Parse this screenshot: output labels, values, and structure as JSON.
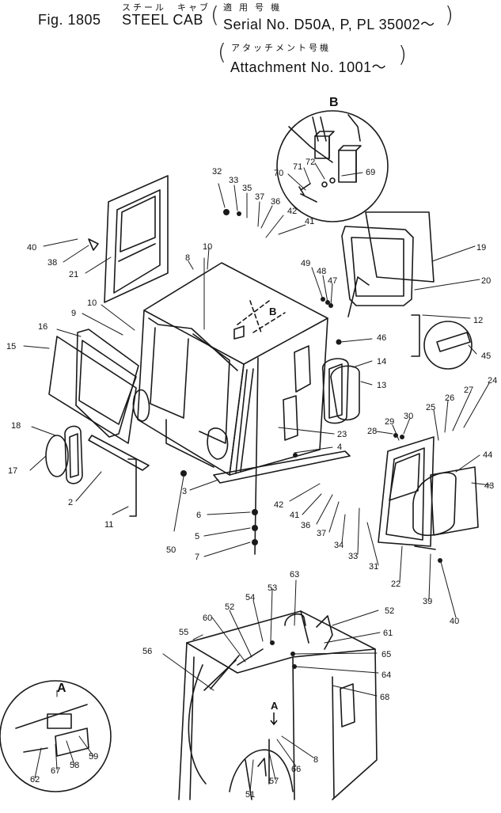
{
  "header": {
    "fig_label": "Fig. 1805",
    "title_jp": "スチール　キャブ",
    "title": "STEEL  CAB",
    "serial_jp": "適 用 号 機",
    "serial": "Serial No. D50A, P, PL 35002～",
    "attachment_jp": "アタッチメント号機",
    "attachment": "Attachment No. 1001～"
  },
  "detail_views": {
    "b_label": "B",
    "a_label": "A",
    "b_arrow_label": "B",
    "a_arrow_label": "A"
  },
  "callouts": [
    {
      "id": "c1",
      "text": "32"
    },
    {
      "id": "c2",
      "text": "33"
    },
    {
      "id": "c3",
      "text": "35"
    },
    {
      "id": "c4",
      "text": "37"
    },
    {
      "id": "c5",
      "text": "36"
    },
    {
      "id": "c6",
      "text": "42"
    },
    {
      "id": "c7",
      "text": "41"
    },
    {
      "id": "c8",
      "text": "40"
    },
    {
      "id": "c9",
      "text": "38"
    },
    {
      "id": "c10",
      "text": "21"
    },
    {
      "id": "c11",
      "text": "8"
    },
    {
      "id": "c12",
      "text": "10"
    },
    {
      "id": "c13",
      "text": "10"
    },
    {
      "id": "c14",
      "text": "9"
    },
    {
      "id": "c15",
      "text": "16"
    },
    {
      "id": "c16",
      "text": "15"
    },
    {
      "id": "c17",
      "text": "70"
    },
    {
      "id": "c18",
      "text": "71"
    },
    {
      "id": "c19",
      "text": "72"
    },
    {
      "id": "c20",
      "text": "69"
    },
    {
      "id": "c21",
      "text": "19"
    },
    {
      "id": "c22",
      "text": "20"
    },
    {
      "id": "c23",
      "text": "12"
    },
    {
      "id": "c24",
      "text": "49"
    },
    {
      "id": "c25",
      "text": "48"
    },
    {
      "id": "c26",
      "text": "47"
    },
    {
      "id": "c27",
      "text": "46"
    },
    {
      "id": "c28",
      "text": "45"
    },
    {
      "id": "c29",
      "text": "14"
    },
    {
      "id": "c30",
      "text": "13"
    },
    {
      "id": "c31",
      "text": "24"
    },
    {
      "id": "c32",
      "text": "27"
    },
    {
      "id": "c33",
      "text": "26"
    },
    {
      "id": "c34",
      "text": "25"
    },
    {
      "id": "c35",
      "text": "30"
    },
    {
      "id": "c36",
      "text": "29"
    },
    {
      "id": "c37",
      "text": "28"
    },
    {
      "id": "c38",
      "text": "23"
    },
    {
      "id": "c39",
      "text": "4"
    },
    {
      "id": "c40",
      "text": "44"
    },
    {
      "id": "c41",
      "text": "43"
    },
    {
      "id": "c42",
      "text": "18"
    },
    {
      "id": "c43",
      "text": "17"
    },
    {
      "id": "c44",
      "text": "2"
    },
    {
      "id": "c45",
      "text": "11"
    },
    {
      "id": "c46",
      "text": "3"
    },
    {
      "id": "c47",
      "text": "50"
    },
    {
      "id": "c48",
      "text": "6"
    },
    {
      "id": "c49",
      "text": "5"
    },
    {
      "id": "c50",
      "text": "7"
    },
    {
      "id": "c51",
      "text": "42"
    },
    {
      "id": "c52",
      "text": "41"
    },
    {
      "id": "c53",
      "text": "36"
    },
    {
      "id": "c54",
      "text": "37"
    },
    {
      "id": "c55",
      "text": "34"
    },
    {
      "id": "c56",
      "text": "33"
    },
    {
      "id": "c57",
      "text": "31"
    },
    {
      "id": "c58",
      "text": "22"
    },
    {
      "id": "c59",
      "text": "39"
    },
    {
      "id": "c60",
      "text": "40"
    },
    {
      "id": "c61",
      "text": "63"
    },
    {
      "id": "c62",
      "text": "53"
    },
    {
      "id": "c63",
      "text": "54"
    },
    {
      "id": "c64",
      "text": "52"
    },
    {
      "id": "c65",
      "text": "60"
    },
    {
      "id": "c66",
      "text": "55"
    },
    {
      "id": "c67",
      "text": "56"
    },
    {
      "id": "c68",
      "text": "52"
    },
    {
      "id": "c69",
      "text": "61"
    },
    {
      "id": "c70",
      "text": "65"
    },
    {
      "id": "c71",
      "text": "64"
    },
    {
      "id": "c72",
      "text": "68"
    },
    {
      "id": "c73",
      "text": "8"
    },
    {
      "id": "c74",
      "text": "66"
    },
    {
      "id": "c75",
      "text": "57"
    },
    {
      "id": "c76",
      "text": "51"
    },
    {
      "id": "c77",
      "text": "59"
    },
    {
      "id": "c78",
      "text": "58"
    },
    {
      "id": "c79",
      "text": "67"
    },
    {
      "id": "c80",
      "text": "62"
    }
  ]
}
